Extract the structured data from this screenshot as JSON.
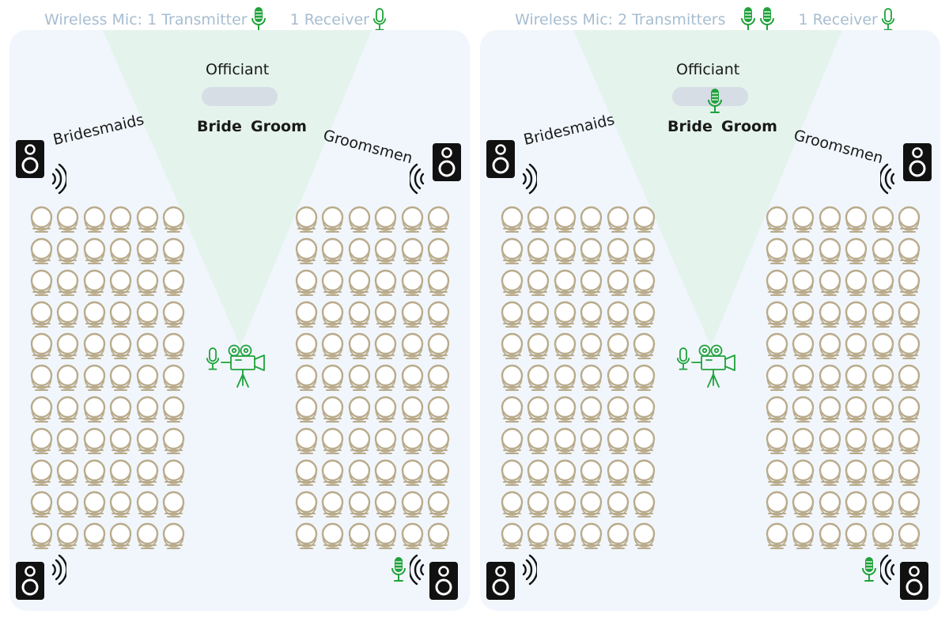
{
  "colors": {
    "panel_bg": "#f1f6fc",
    "heading_text": "#a7bdd1",
    "mic_green": "#1fa23a",
    "seat_stroke": "#b9ab8b",
    "speaker_black": "#111111",
    "cone_green": "#d9f1de"
  },
  "panels": [
    {
      "heading": {
        "transmitter_text": "Wireless Mic: 1 Transmitter",
        "transmitter_icon_count": 1,
        "receiver_text": "1 Receiver"
      },
      "labels": {
        "officiant": "Officiant",
        "bride": "Bride",
        "groom": "Groom",
        "bridesmaids": "Bridesmaids",
        "groomsmen": "Groomsmen"
      },
      "officiant_has_mic": false,
      "seat_rows": 11,
      "seat_cols_per_side": 6
    },
    {
      "heading": {
        "transmitter_text": "Wireless Mic: 2 Transmitters",
        "transmitter_icon_count": 2,
        "receiver_text": "1 Receiver"
      },
      "labels": {
        "officiant": "Officiant",
        "bride": "Bride",
        "groom": "Groom",
        "bridesmaids": "Bridesmaids",
        "groomsmen": "Groomsmen"
      },
      "officiant_has_mic": true,
      "seat_rows": 11,
      "seat_cols_per_side": 6
    }
  ],
  "icons": [
    "microphone-filled-icon",
    "microphone-outline-icon",
    "speaker-icon",
    "sound-waves-icon",
    "video-camera-icon",
    "guest-seat-icon"
  ]
}
